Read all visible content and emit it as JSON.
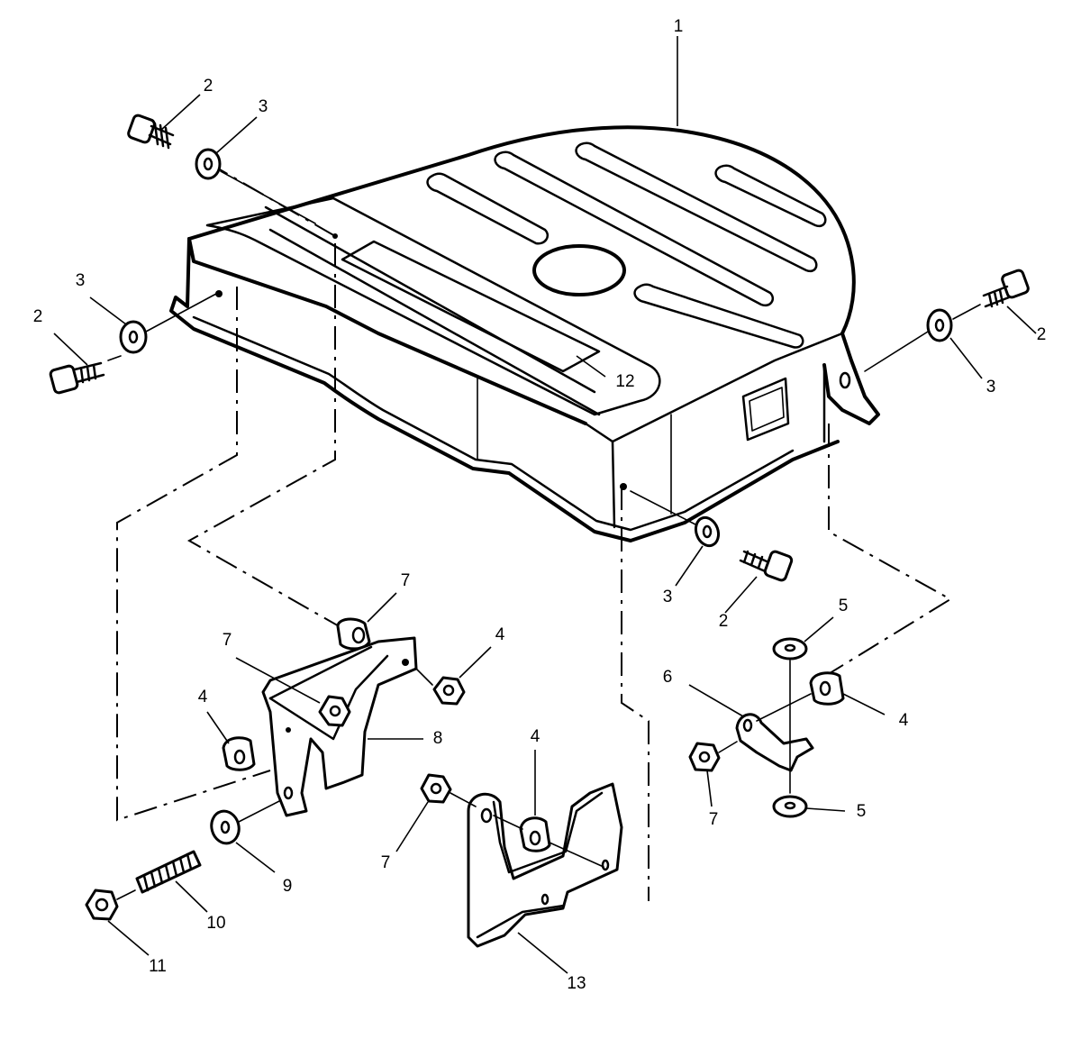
{
  "callouts": [
    {
      "id": "c1",
      "text": "1"
    },
    {
      "id": "c2a",
      "text": "2"
    },
    {
      "id": "c3a",
      "text": "3"
    },
    {
      "id": "c3b",
      "text": "3"
    },
    {
      "id": "c2b",
      "text": "2"
    },
    {
      "id": "c2c",
      "text": "2"
    },
    {
      "id": "c3c",
      "text": "3"
    },
    {
      "id": "c12",
      "text": "12"
    },
    {
      "id": "c3d",
      "text": "3"
    },
    {
      "id": "c2d",
      "text": "2"
    },
    {
      "id": "c5a",
      "text": "5"
    },
    {
      "id": "c7a",
      "text": "7"
    },
    {
      "id": "c7b",
      "text": "7"
    },
    {
      "id": "c4a",
      "text": "4"
    },
    {
      "id": "c6",
      "text": "6"
    },
    {
      "id": "c4b",
      "text": "4"
    },
    {
      "id": "c4c",
      "text": "4"
    },
    {
      "id": "c8",
      "text": "8"
    },
    {
      "id": "c4d",
      "text": "4"
    },
    {
      "id": "c7c",
      "text": "7"
    },
    {
      "id": "c5b",
      "text": "5"
    },
    {
      "id": "c9",
      "text": "9"
    },
    {
      "id": "c7d",
      "text": "7"
    },
    {
      "id": "c10",
      "text": "10"
    },
    {
      "id": "c11",
      "text": "11"
    },
    {
      "id": "c13",
      "text": "13"
    }
  ]
}
